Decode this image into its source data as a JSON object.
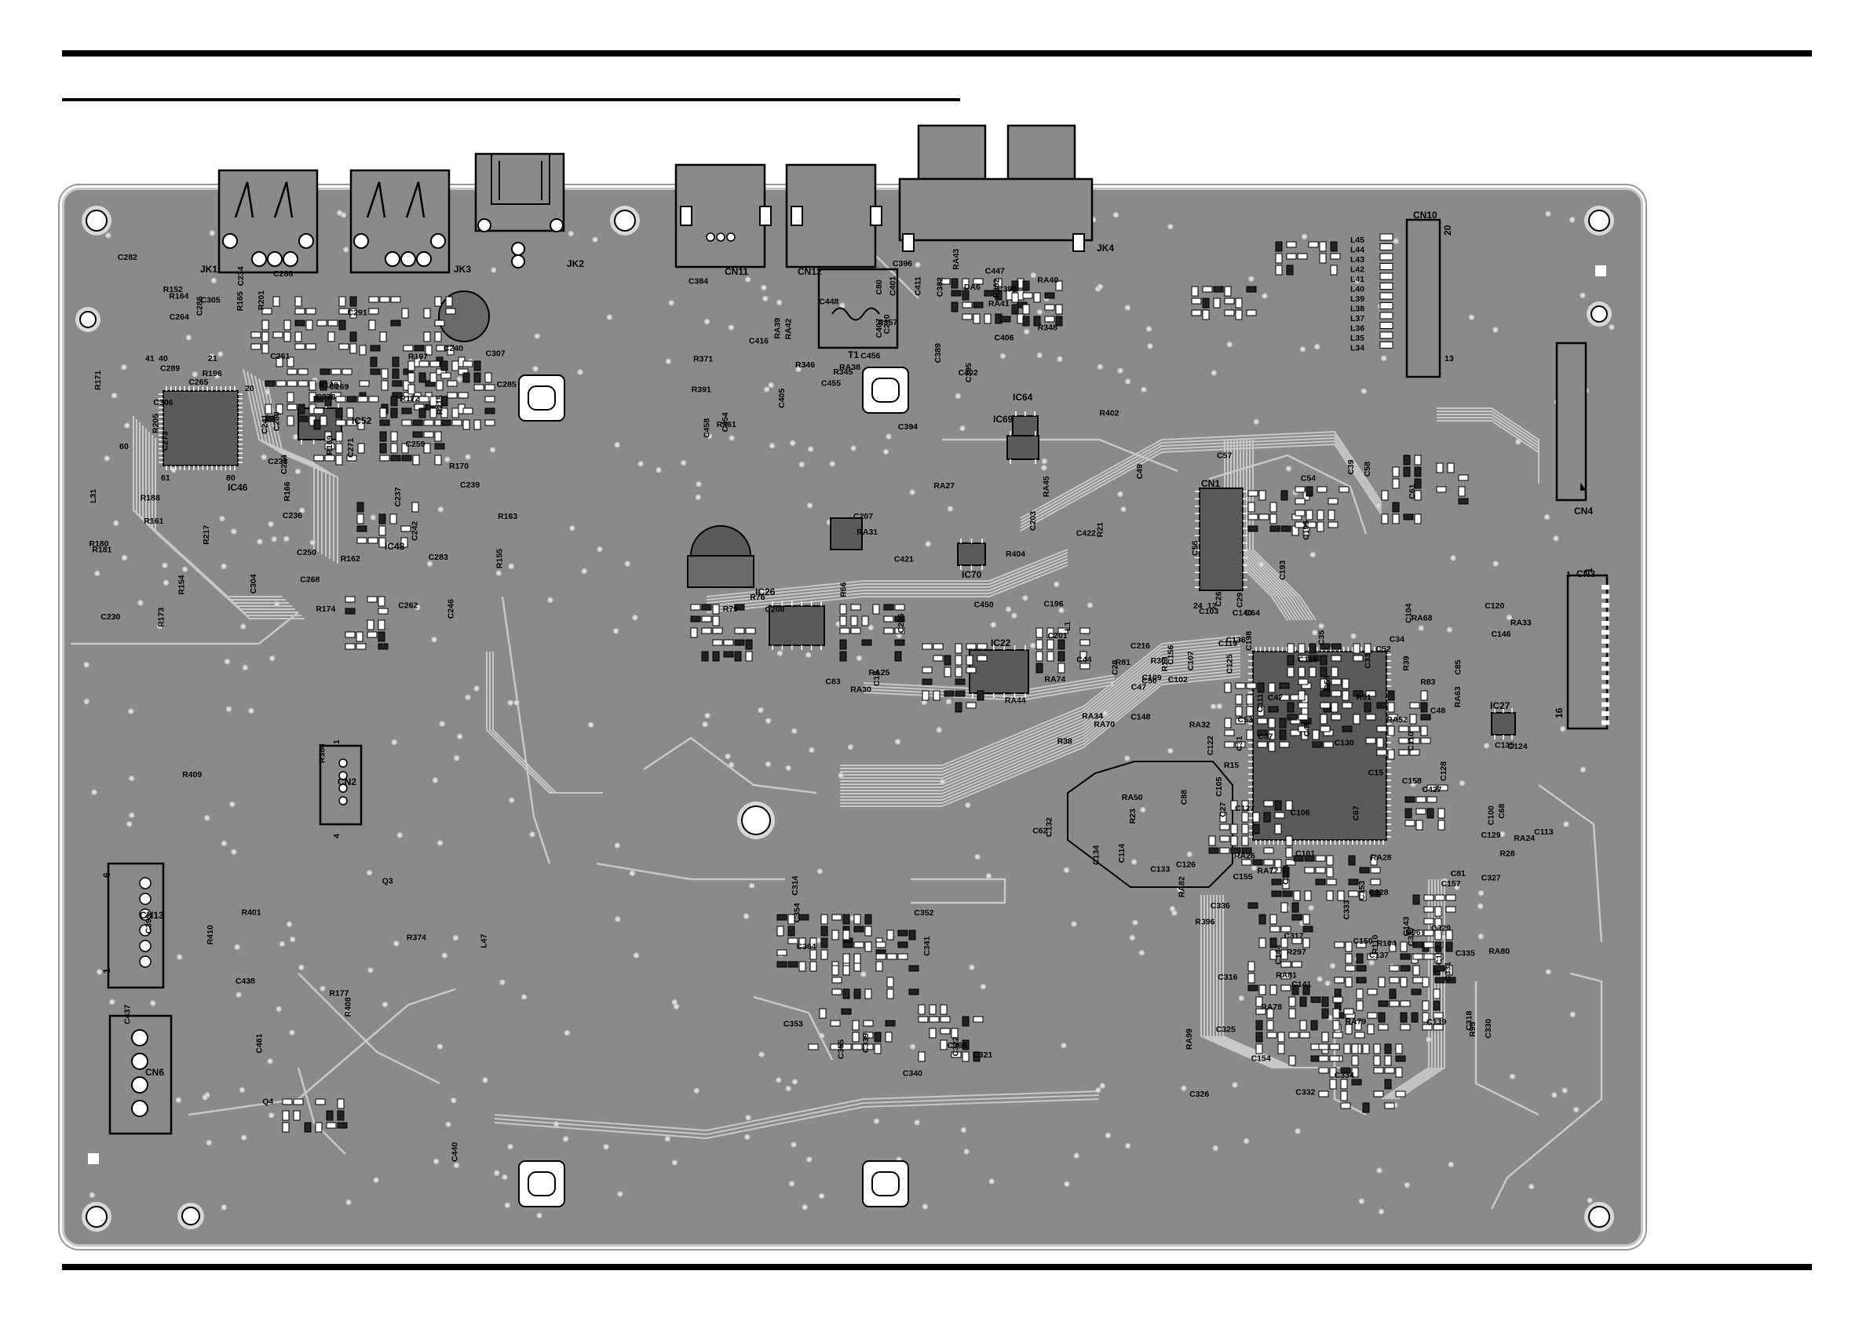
{
  "page": {
    "background": "#ffffff",
    "board_color": "#8a8a8a",
    "trace_color": "#c8c8c8",
    "silk_color": "#000000"
  },
  "connectors": [
    {
      "name": "JK1",
      "kind": "usb"
    },
    {
      "name": "JK3",
      "kind": "usb"
    },
    {
      "name": "JK2",
      "kind": "jack"
    },
    {
      "name": "CN11",
      "kind": "port"
    },
    {
      "name": "CN12",
      "kind": "port"
    },
    {
      "name": "JK4",
      "kind": "av"
    },
    {
      "name": "CN10",
      "kind": "header"
    },
    {
      "name": "CN4",
      "kind": "fpc"
    },
    {
      "name": "CN3",
      "kind": "header"
    },
    {
      "name": "CN2",
      "kind": "header"
    },
    {
      "name": "CN13",
      "kind": "header"
    },
    {
      "name": "CN6",
      "kind": "header"
    }
  ],
  "pin_marks": {
    "cn10": [
      "20"
    ],
    "cn3": [
      "1",
      "16"
    ],
    "cn2": [
      "1",
      "4"
    ],
    "cn13": [
      "6",
      "1"
    ],
    "cn10_rows": [
      "L45",
      "L44",
      "L43",
      "L42",
      "L41",
      "L40",
      "L39",
      "L38",
      "L37",
      "L36",
      "L35",
      "L34"
    ]
  },
  "ics": [
    "IC46",
    "IC52",
    "IC48",
    "IC26",
    "IC22",
    "IC70",
    "IC64",
    "IC69",
    "IC27",
    "CN1",
    "T1"
  ],
  "ic_pin_labels": [
    "40",
    "41",
    "21",
    "20",
    "60",
    "61",
    "80",
    "1",
    "24",
    "12",
    "13"
  ],
  "components": [
    "R148",
    "C261",
    "C260",
    "R171",
    "C269",
    "C268",
    "C265",
    "C264",
    "C242",
    "C233",
    "R174",
    "C278",
    "C240",
    "C246",
    "C230",
    "C237",
    "C241",
    "C250",
    "C234",
    "C236",
    "R164",
    "R163",
    "R154",
    "R165",
    "C283",
    "C285",
    "C286",
    "R188",
    "C307",
    "C306",
    "R205",
    "C304",
    "C305",
    "C273",
    "R169",
    "R170",
    "C288",
    "R172",
    "R173",
    "C289",
    "R161",
    "R166",
    "C271",
    "R180",
    "R181",
    "C282",
    "R162",
    "L31",
    "C262",
    "R152",
    "C259",
    "C239",
    "R155",
    "C244",
    "R197",
    "R196",
    "R201",
    "C291",
    "R217",
    "R215",
    "R374",
    "R401",
    "C437",
    "C438",
    "R177",
    "R409",
    "R408",
    "R410",
    "R384",
    "C440",
    "Q3",
    "Q4",
    "C461",
    "C393",
    "L47",
    "C448",
    "C447",
    "C407",
    "R391",
    "R348",
    "C405",
    "C406",
    "C395",
    "C394",
    "C402",
    "C401",
    "C396",
    "R371",
    "C411",
    "R357",
    "C416",
    "R361",
    "DA6",
    "R346",
    "R345",
    "C455",
    "C382",
    "C389",
    "R362",
    "C456",
    "C458",
    "C454",
    "R402",
    "C384",
    "C392",
    "C210",
    "RA41",
    "RA40",
    "RA39",
    "RA38",
    "RA43",
    "C80",
    "RA42",
    "RA31",
    "RA30",
    "RA27",
    "RA25",
    "C83",
    "C450",
    "C422",
    "C421",
    "R404",
    "C208",
    "R76",
    "R79",
    "C207",
    "C205",
    "C196",
    "C203",
    "RA45",
    "R66",
    "RA44",
    "C18",
    "C201",
    "C198",
    "C193",
    "C195",
    "C216",
    "C57",
    "C52",
    "C61",
    "C50",
    "C39",
    "C56",
    "C49",
    "C35",
    "C26",
    "C54",
    "C33",
    "C53",
    "C58",
    "C64",
    "C55",
    "R21",
    "C48",
    "C37",
    "C29",
    "RA34",
    "RA33",
    "RA32",
    "RA28",
    "RA26",
    "RA24",
    "C34",
    "C44",
    "C45",
    "C47",
    "R13",
    "R15",
    "R23",
    "C28",
    "RA52",
    "RA50",
    "R38",
    "R39",
    "R91",
    "R81",
    "R83",
    "C81",
    "C427",
    "C62",
    "C113",
    "L1",
    "C104",
    "C119",
    "C27",
    "C47",
    "R30",
    "R28",
    "C67",
    "C85",
    "C68",
    "C88",
    "C31",
    "C15",
    "C111",
    "C109",
    "C105",
    "C103",
    "C106",
    "C107",
    "C114",
    "C116",
    "C110",
    "C102",
    "C101",
    "C100",
    "RA63",
    "RA68",
    "RA74",
    "RA70",
    "RA72",
    "C125",
    "C127",
    "C129",
    "C133",
    "C135",
    "C126",
    "C128",
    "C120",
    "C124",
    "C122",
    "C130",
    "C132",
    "C134",
    "C156",
    "C146",
    "C140",
    "C148",
    "C158",
    "C136",
    "C137",
    "C139",
    "C141",
    "C143",
    "C144",
    "C150",
    "C152",
    "C153",
    "C154",
    "C155",
    "C157",
    "R110",
    "RA80",
    "RA81",
    "RA82",
    "RA79",
    "RA78",
    "R104",
    "R396",
    "R95",
    "R96",
    "C329",
    "C328",
    "C333",
    "C326",
    "C334",
    "R297",
    "C330",
    "C331",
    "C332",
    "C318",
    "C327",
    "C335",
    "C336",
    "RA99",
    "C325",
    "C337",
    "C338",
    "C317",
    "C316",
    "C314",
    "C341",
    "C339",
    "C340",
    "C352",
    "C353",
    "C354",
    "C355",
    "C364",
    "C365",
    "C321",
    "C322"
  ]
}
